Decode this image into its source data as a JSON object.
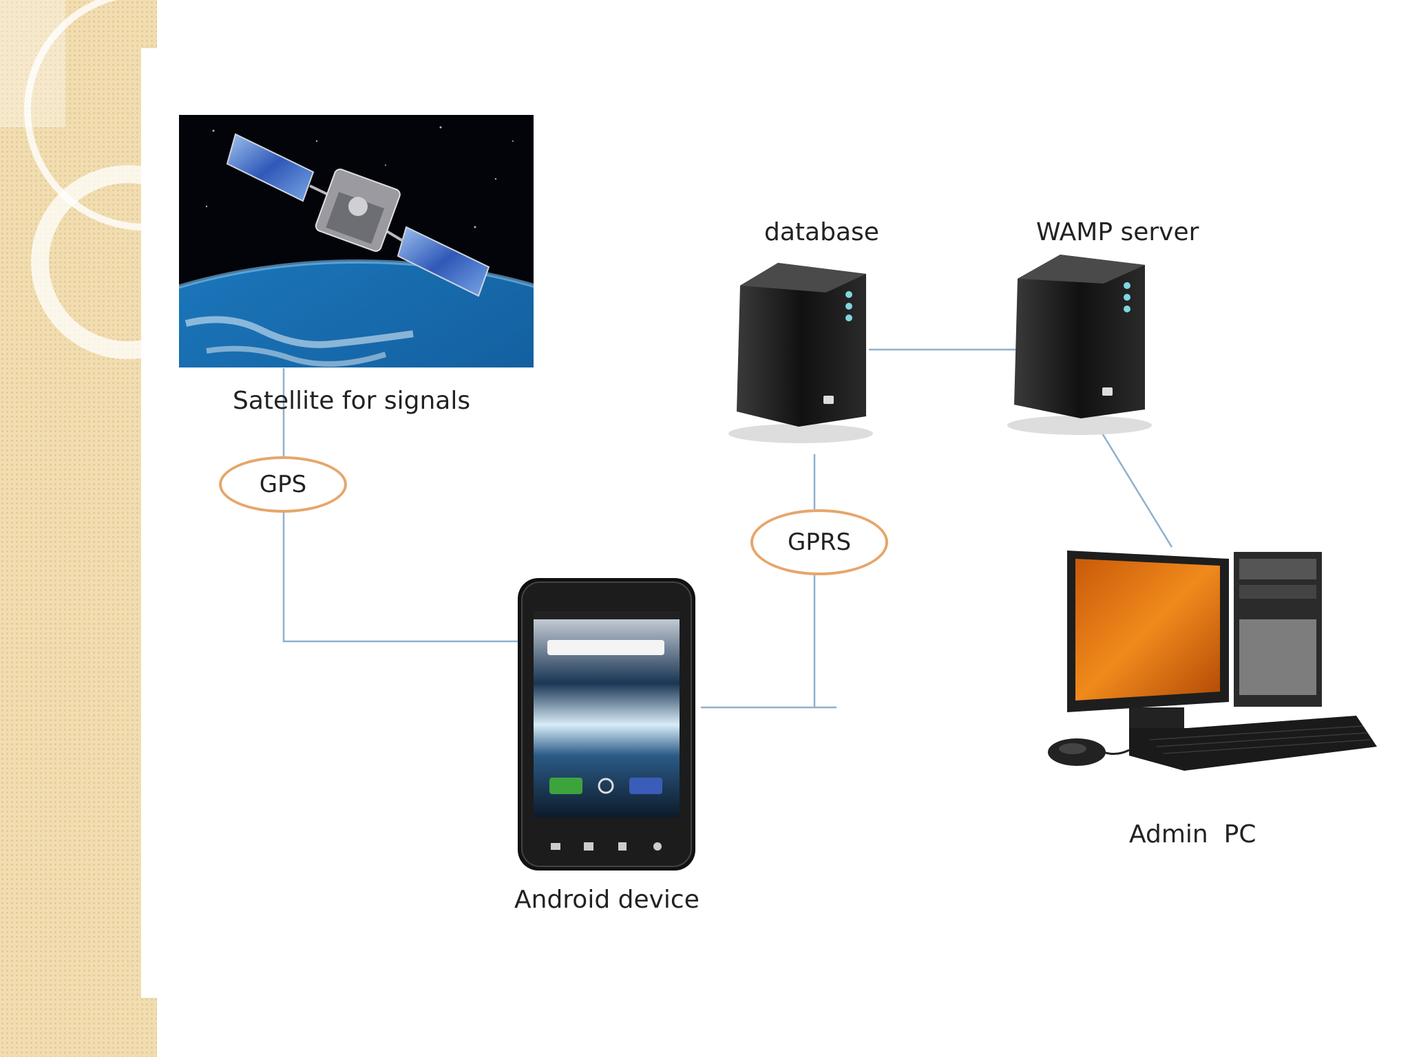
{
  "nodes": {
    "satellite": {
      "label": "Satellite for signals"
    },
    "database": {
      "label": "database"
    },
    "wamp_server": {
      "label": "WAMP server"
    },
    "android": {
      "label": "Android device"
    },
    "admin_pc": {
      "label": "Admin  PC"
    }
  },
  "connections": {
    "gps": {
      "label": "GPS"
    },
    "gprs": {
      "label": "GPRS"
    }
  },
  "colors": {
    "sidebar": "#f1ddb0",
    "line": "#8fb0cc",
    "oval_border": "#e6a66b"
  }
}
